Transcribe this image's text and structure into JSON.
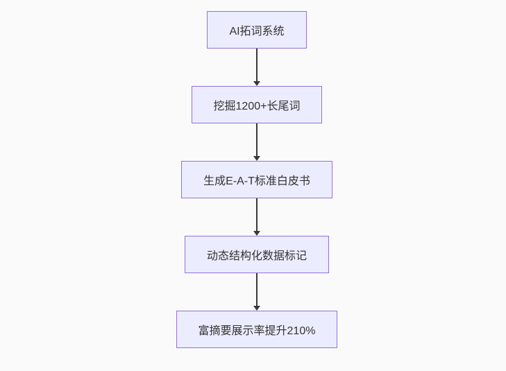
{
  "diagram": {
    "type": "flowchart",
    "direction": "top-down",
    "colors": {
      "node_fill": "#ececff",
      "node_border": "#9370db",
      "arrow": "#383838",
      "text": "#333333",
      "background": "#fafafa"
    },
    "nodes": [
      {
        "id": "n0",
        "label": "AI拓词系统"
      },
      {
        "id": "n1",
        "label": "挖掘1200+长尾词"
      },
      {
        "id": "n2",
        "label": "生成E-A-T标准白皮书"
      },
      {
        "id": "n3",
        "label": "动态结构化数据标记"
      },
      {
        "id": "n4",
        "label": "富摘要展示率提升210%"
      }
    ],
    "edges": [
      {
        "from": "n0",
        "to": "n1"
      },
      {
        "from": "n1",
        "to": "n2"
      },
      {
        "from": "n2",
        "to": "n3"
      },
      {
        "from": "n3",
        "to": "n4"
      }
    ]
  }
}
